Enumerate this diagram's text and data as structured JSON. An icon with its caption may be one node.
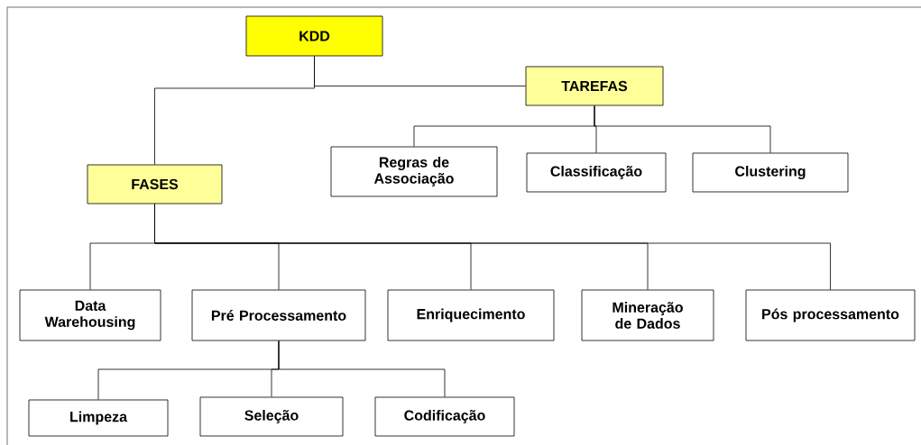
{
  "diagram": {
    "nodes": [
      {
        "text": [
          "KDD"
        ]
      },
      {
        "text": [
          "TAREFAS"
        ]
      },
      {
        "text": [
          "FASES"
        ]
      },
      {
        "text": [
          "Regras de Associação"
        ]
      },
      {
        "text": [
          "Classificação"
        ]
      },
      {
        "text": [
          "Clustering"
        ]
      },
      {
        "text": [
          "Data Warehousing"
        ]
      },
      {
        "text": [
          "Pré Processamento"
        ]
      },
      {
        "text": [
          "Enriquecimento"
        ]
      },
      {
        "text": [
          "Mineração de Dados"
        ]
      },
      {
        "text": [
          "Pós processamento"
        ]
      },
      {
        "text": [
          "Limpeza"
        ]
      },
      {
        "text": [
          "Seleção"
        ]
      },
      {
        "text": [
          "Codificação"
        ]
      }
    ],
    "edges": [
      {
        "from": 0,
        "to": 1,
        "arrow": "none"
      },
      {
        "from": 0,
        "to": 2,
        "arrow": "none"
      },
      {
        "from": 1,
        "to": 3,
        "arrow": "none"
      },
      {
        "from": 1,
        "to": 4,
        "arrow": "none"
      },
      {
        "from": 1,
        "to": 5,
        "arrow": "none"
      },
      {
        "from": 2,
        "to": 6,
        "arrow": "none"
      },
      {
        "from": 2,
        "to": 7,
        "arrow": "none"
      },
      {
        "from": 2,
        "to": 8,
        "arrow": "none"
      },
      {
        "from": 2,
        "to": 9,
        "arrow": "none"
      },
      {
        "from": 2,
        "to": 10,
        "arrow": "none"
      },
      {
        "from": 7,
        "to": 11,
        "arrow": "none"
      },
      {
        "from": 7,
        "to": 12,
        "arrow": "none"
      },
      {
        "from": 7,
        "to": 13,
        "arrow": "none"
      }
    ]
  }
}
